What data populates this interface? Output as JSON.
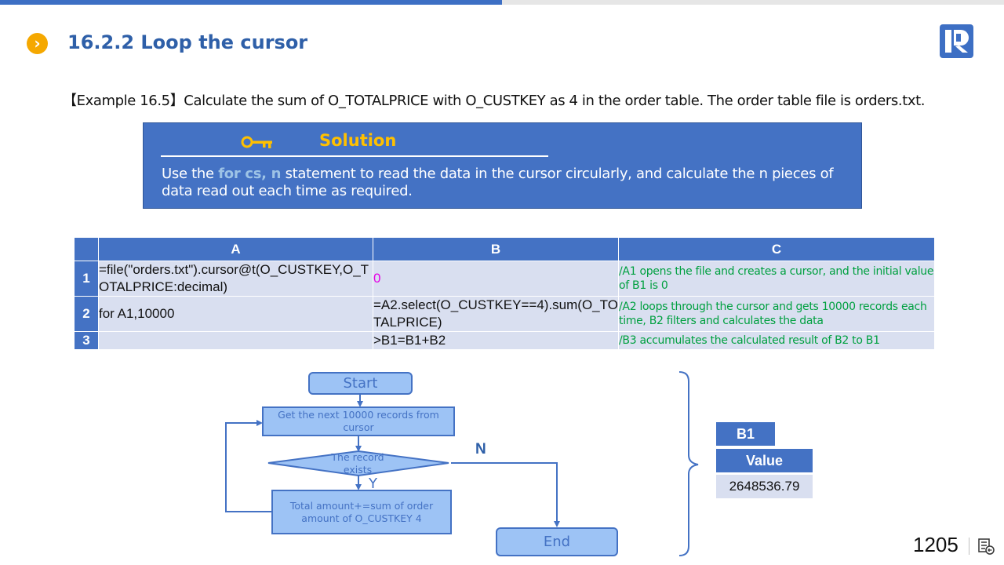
{
  "header": {
    "bullet_glyph": "›",
    "title": "16.2.2 Loop the cursor",
    "logo_icon": "raqsoft-r-logo-icon"
  },
  "example": {
    "text": "【Example 16.5】Calculate the sum of O_TOTALPRICE with O_CUSTKEY as 4 in the order table. The order table file is orders.txt."
  },
  "solution": {
    "icon": "key-icon",
    "title": "Solution",
    "text_before": "Use the ",
    "highlight": "for cs, n",
    "text_after": " statement to read the data in the cursor circularly, and calculate the n pieces of data read out each time as required."
  },
  "grid": {
    "columns": [
      "A",
      "B",
      "C"
    ],
    "rows": [
      {
        "num": "1",
        "a": "=file(\"orders.txt\").cursor@t(O_CUSTKEY,O_TOTALPRICE:decimal)",
        "b": "0",
        "c": "/A1 opens the file and creates a cursor, and the initial value of B1 is 0"
      },
      {
        "num": "2",
        "a": "for A1,10000",
        "b": "=A2.select(O_CUSTKEY==4).sum(O_TOTALPRICE)",
        "c": "/A2 loops through the cursor and gets 10000 records each time, B2 filters and calculates the data"
      },
      {
        "num": "3",
        "a": "",
        "b": ">B1=B1+B2",
        "c": "/B3 accumulates the calculated result of B2 to B1"
      }
    ]
  },
  "flowchart": {
    "start": "Start",
    "get_next": "Get the next 10000 records from cursor",
    "condition": "The record exists",
    "yes_label": "Y",
    "no_label": "N",
    "accumulate": "Total amount+=sum of order amount of O_CUSTKEY 4",
    "end": "End"
  },
  "result": {
    "cell_label": "B1",
    "value_header": "Value",
    "value": "2648536.79"
  },
  "footer": {
    "page_number": "1205",
    "nav_icon": "return-to-contents-icon"
  },
  "colors": {
    "accent_blue": "#4472c4",
    "title_blue": "#2e5fa8",
    "solution_title": "#ffc000",
    "bullet_orange": "#f5a800",
    "comment_green": "#00a040",
    "zero_magenta": "#e600e6",
    "cell_light": "#d9dff0",
    "flow_box_fill": "#9dc3f5"
  }
}
